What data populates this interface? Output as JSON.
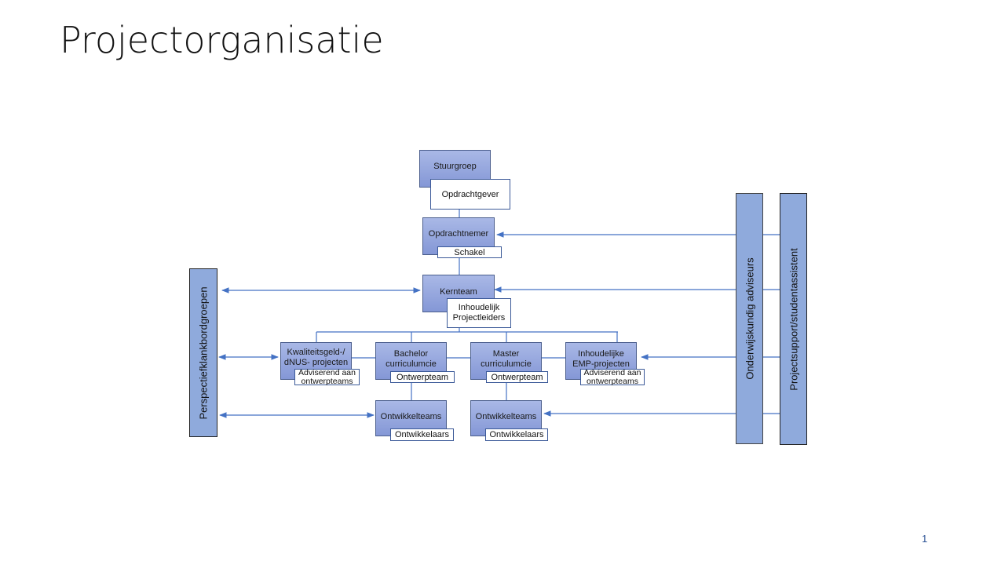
{
  "slide": {
    "title": "Projectorganisatie",
    "page_number": "1"
  },
  "colors": {
    "node_fill": "#8faadc",
    "node_border": "#4a5d8c",
    "connector": "#4472c4",
    "tag_border": "#3b5998",
    "page_number": "#2f5597"
  },
  "nodes": {
    "stuurgroep": {
      "label": "Stuurgroep",
      "tag": "Opdrachtgever"
    },
    "opdrachtnemer": {
      "label": "Opdrachtnemer",
      "tag": "Schakel"
    },
    "kernteam": {
      "label": "Kernteam",
      "tag": "Inhoudelijk Projectleiders"
    },
    "kwaliteitsgeld": {
      "label": "Kwaliteitsgeld-/ dNUS- projecten",
      "tag": "Adviserend aan ontwerpteams"
    },
    "bachelor": {
      "label": "Bachelor curriculumcie",
      "tag": "Ontwerpteam"
    },
    "master": {
      "label": "Master curriculumcie",
      "tag": "Ontwerpteam"
    },
    "emp": {
      "label": "Inhoudelijke EMP-projecten",
      "tag": "Adviserend aan ontwerpteams"
    },
    "ontwikkel_bachelor": {
      "label": "Ontwikkelteams",
      "tag": "Ontwikkelaars"
    },
    "ontwikkel_master": {
      "label": "Ontwikkelteams",
      "tag": "Ontwikkelaars"
    }
  },
  "side_bars": {
    "left": "Perspectiefklankbordgroepen",
    "right_1": "Onderwijskundig adviseurs",
    "right_2": "Projectsupport/studentassistent"
  }
}
